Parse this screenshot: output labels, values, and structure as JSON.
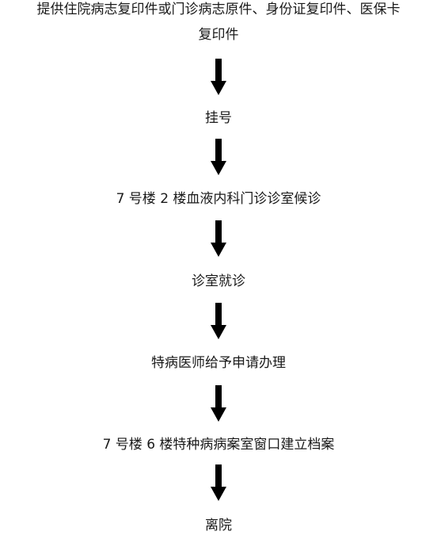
{
  "flow": {
    "steps": [
      "提供住院病志复印件或门诊病志原件、身份证复印件、医保卡复印件",
      "挂号",
      "7 号楼 2 楼血液内科门诊诊室候诊",
      "诊室就诊",
      "特病医师给予申请办理",
      "7 号楼 6 楼特种病病案室窗口建立档案",
      "离院"
    ],
    "arrow_color": "#000000"
  }
}
